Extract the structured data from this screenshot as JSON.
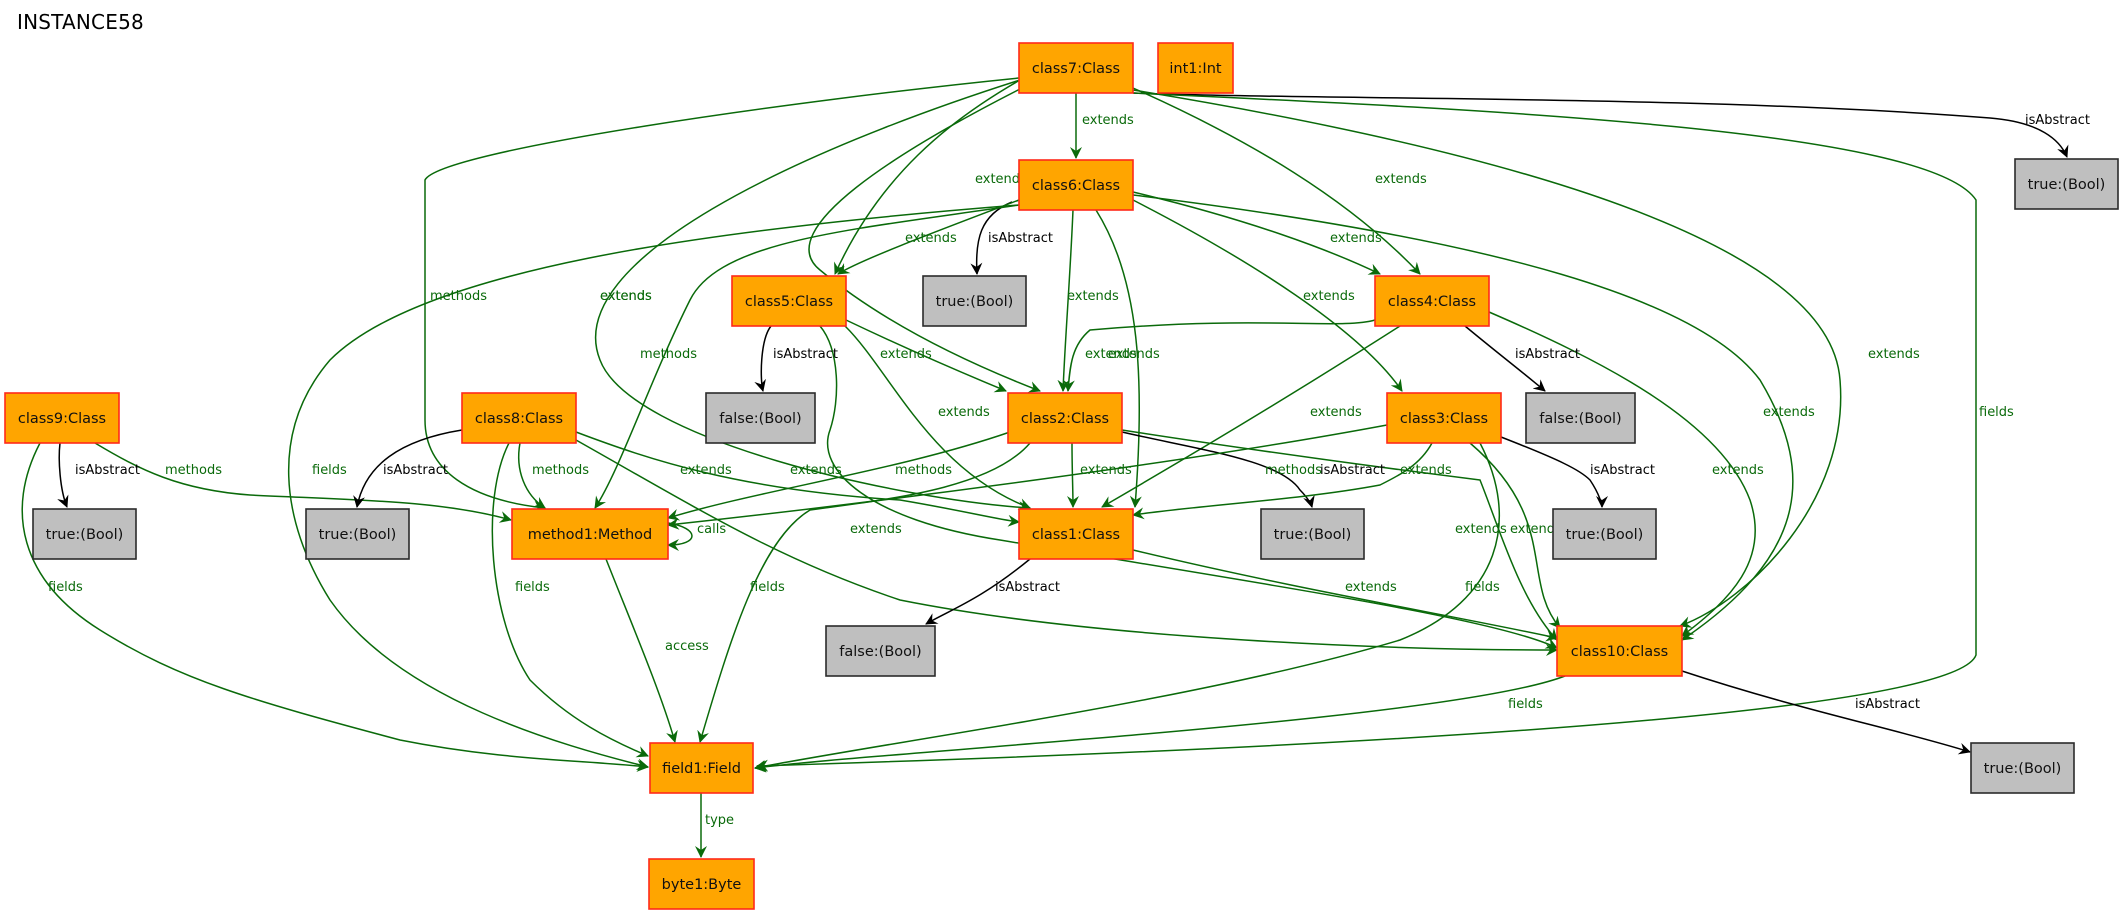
{
  "title": "INSTANCE58",
  "colors": {
    "object_fill": "#ffa500",
    "object_border": "#ff2a1a",
    "value_fill": "#bfbfbf",
    "value_border": "#2b2b2b",
    "reference_edge": "#0a6a0a",
    "attribute_edge": "#000000"
  },
  "nodes": [
    {
      "id": "class7",
      "label": "class7:Class",
      "kind": "object"
    },
    {
      "id": "int1",
      "label": "int1:Int",
      "kind": "object"
    },
    {
      "id": "true_c7",
      "label": "true:(Bool)",
      "kind": "value"
    },
    {
      "id": "class6",
      "label": "class6:Class",
      "kind": "object"
    },
    {
      "id": "true_c6",
      "label": "true:(Bool)",
      "kind": "value"
    },
    {
      "id": "class5",
      "label": "class5:Class",
      "kind": "object"
    },
    {
      "id": "class4",
      "label": "class4:Class",
      "kind": "object"
    },
    {
      "id": "false_c5",
      "label": "false:(Bool)",
      "kind": "value"
    },
    {
      "id": "class2",
      "label": "class2:Class",
      "kind": "object"
    },
    {
      "id": "class3",
      "label": "class3:Class",
      "kind": "object"
    },
    {
      "id": "false_c4",
      "label": "false:(Bool)",
      "kind": "value"
    },
    {
      "id": "class9",
      "label": "class9:Class",
      "kind": "object"
    },
    {
      "id": "class8",
      "label": "class8:Class",
      "kind": "object"
    },
    {
      "id": "true_c9",
      "label": "true:(Bool)",
      "kind": "value"
    },
    {
      "id": "true_c8",
      "label": "true:(Bool)",
      "kind": "value"
    },
    {
      "id": "method1",
      "label": "method1:Method",
      "kind": "object"
    },
    {
      "id": "class1",
      "label": "class1:Class",
      "kind": "object"
    },
    {
      "id": "true_c2",
      "label": "true:(Bool)",
      "kind": "value"
    },
    {
      "id": "true_c3",
      "label": "true:(Bool)",
      "kind": "value"
    },
    {
      "id": "false_c1",
      "label": "false:(Bool)",
      "kind": "value"
    },
    {
      "id": "class10",
      "label": "class10:Class",
      "kind": "object"
    },
    {
      "id": "field1",
      "label": "field1:Field",
      "kind": "object"
    },
    {
      "id": "true_c10",
      "label": "true:(Bool)",
      "kind": "value"
    },
    {
      "id": "byte1",
      "label": "byte1:Byte",
      "kind": "object"
    }
  ],
  "edges": [
    {
      "from": "class7",
      "to": "class6",
      "label": "extends",
      "kind": "reference"
    },
    {
      "from": "class7",
      "to": "true_c7",
      "label": "isAbstract",
      "kind": "attribute"
    },
    {
      "from": "class7",
      "to": "class5",
      "label": "extends",
      "kind": "reference"
    },
    {
      "from": "class7",
      "to": "class4",
      "label": "extends",
      "kind": "reference"
    },
    {
      "from": "class7",
      "to": "class2",
      "label": "extends",
      "kind": "reference"
    },
    {
      "from": "class7",
      "to": "class1",
      "label": "extends",
      "kind": "reference"
    },
    {
      "from": "class7",
      "to": "class10",
      "label": "extends",
      "kind": "reference"
    },
    {
      "from": "class7",
      "to": "method1",
      "label": "methods",
      "kind": "reference"
    },
    {
      "from": "class7",
      "to": "field1",
      "label": "fields",
      "kind": "reference"
    },
    {
      "from": "class6",
      "to": "true_c6",
      "label": "isAbstract",
      "kind": "attribute"
    },
    {
      "from": "class6",
      "to": "class5",
      "label": "extends",
      "kind": "reference"
    },
    {
      "from": "class6",
      "to": "class4",
      "label": "extends",
      "kind": "reference"
    },
    {
      "from": "class6",
      "to": "class3",
      "label": "extends",
      "kind": "reference"
    },
    {
      "from": "class6",
      "to": "class2",
      "label": "extends",
      "kind": "reference"
    },
    {
      "from": "class6",
      "to": "class1",
      "label": "extends",
      "kind": "reference"
    },
    {
      "from": "class6",
      "to": "class10",
      "label": "extends",
      "kind": "reference"
    },
    {
      "from": "class6",
      "to": "method1",
      "label": "methods",
      "kind": "reference"
    },
    {
      "from": "class6",
      "to": "field1",
      "label": "fields",
      "kind": "reference"
    },
    {
      "from": "class5",
      "to": "false_c5",
      "label": "isAbstract",
      "kind": "attribute"
    },
    {
      "from": "class5",
      "to": "class2",
      "label": "extends",
      "kind": "reference"
    },
    {
      "from": "class5",
      "to": "class1",
      "label": "extends",
      "kind": "reference"
    },
    {
      "from": "class5",
      "to": "class10",
      "label": "extends",
      "kind": "reference"
    },
    {
      "from": "class4",
      "to": "false_c4",
      "label": "isAbstract",
      "kind": "attribute"
    },
    {
      "from": "class4",
      "to": "class2",
      "label": "extends",
      "kind": "reference"
    },
    {
      "from": "class4",
      "to": "class1",
      "label": "extends",
      "kind": "reference"
    },
    {
      "from": "class4",
      "to": "class10",
      "label": "extends",
      "kind": "reference"
    },
    {
      "from": "class9",
      "to": "true_c9",
      "label": "isAbstract",
      "kind": "attribute"
    },
    {
      "from": "class9",
      "to": "method1",
      "label": "methods",
      "kind": "reference"
    },
    {
      "from": "class9",
      "to": "field1",
      "label": "fields",
      "kind": "reference"
    },
    {
      "from": "class8",
      "to": "true_c8",
      "label": "isAbstract",
      "kind": "attribute"
    },
    {
      "from": "class8",
      "to": "method1",
      "label": "methods",
      "kind": "reference"
    },
    {
      "from": "class8",
      "to": "class1",
      "label": "extends",
      "kind": "reference"
    },
    {
      "from": "class8",
      "to": "class10",
      "label": "extends",
      "kind": "reference"
    },
    {
      "from": "class8",
      "to": "field1",
      "label": "fields",
      "kind": "reference"
    },
    {
      "from": "class2",
      "to": "class1",
      "label": "extends",
      "kind": "reference"
    },
    {
      "from": "class2",
      "to": "true_c2",
      "label": "isAbstract",
      "kind": "attribute"
    },
    {
      "from": "class2",
      "to": "method1",
      "label": "methods",
      "kind": "reference"
    },
    {
      "from": "class2",
      "to": "field1",
      "label": "fields",
      "kind": "reference"
    },
    {
      "from": "class2",
      "to": "class10",
      "label": "extends",
      "kind": "reference"
    },
    {
      "from": "class3",
      "to": "true_c3",
      "label": "isAbstract",
      "kind": "attribute"
    },
    {
      "from": "class3",
      "to": "class1",
      "label": "extends",
      "kind": "reference"
    },
    {
      "from": "class3",
      "to": "method1",
      "label": "methods",
      "kind": "reference"
    },
    {
      "from": "class3",
      "to": "field1",
      "label": "fields",
      "kind": "reference"
    },
    {
      "from": "class3",
      "to": "class10",
      "label": "extends",
      "kind": "reference"
    },
    {
      "from": "method1",
      "to": "method1",
      "label": "calls",
      "kind": "reference"
    },
    {
      "from": "method1",
      "to": "field1",
      "label": "access",
      "kind": "reference"
    },
    {
      "from": "class1",
      "to": "false_c1",
      "label": "isAbstract",
      "kind": "attribute"
    },
    {
      "from": "class1",
      "to": "class10",
      "label": "extends",
      "kind": "reference"
    },
    {
      "from": "class10",
      "to": "true_c10",
      "label": "isAbstract",
      "kind": "attribute"
    },
    {
      "from": "class10",
      "to": "field1",
      "label": "fields",
      "kind": "reference"
    },
    {
      "from": "field1",
      "to": "byte1",
      "label": "type",
      "kind": "reference"
    }
  ]
}
